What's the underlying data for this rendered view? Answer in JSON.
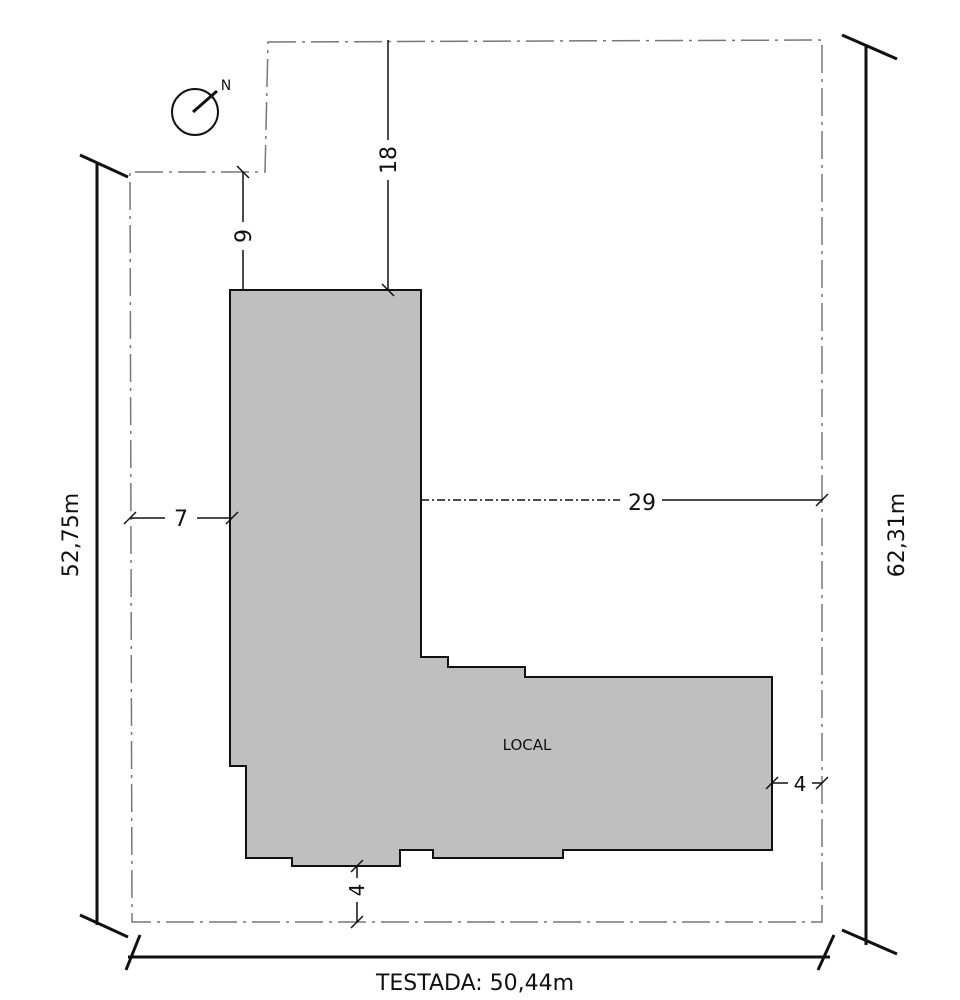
{
  "north_label": "N",
  "building_label": "LOCAL",
  "dimensions": {
    "left_side": "52,75m",
    "right_side": "62,31m",
    "frontage": "TESTADA: 50,44m",
    "setback_top": "18",
    "setback_top_left": "9",
    "setback_left": "7",
    "setback_right": "29",
    "setback_bottom_right": "4",
    "setback_bottom": "4"
  },
  "colors": {
    "building_fill": "#bfbfbf",
    "line": "#111111",
    "dashed_boundary": "#777777"
  }
}
